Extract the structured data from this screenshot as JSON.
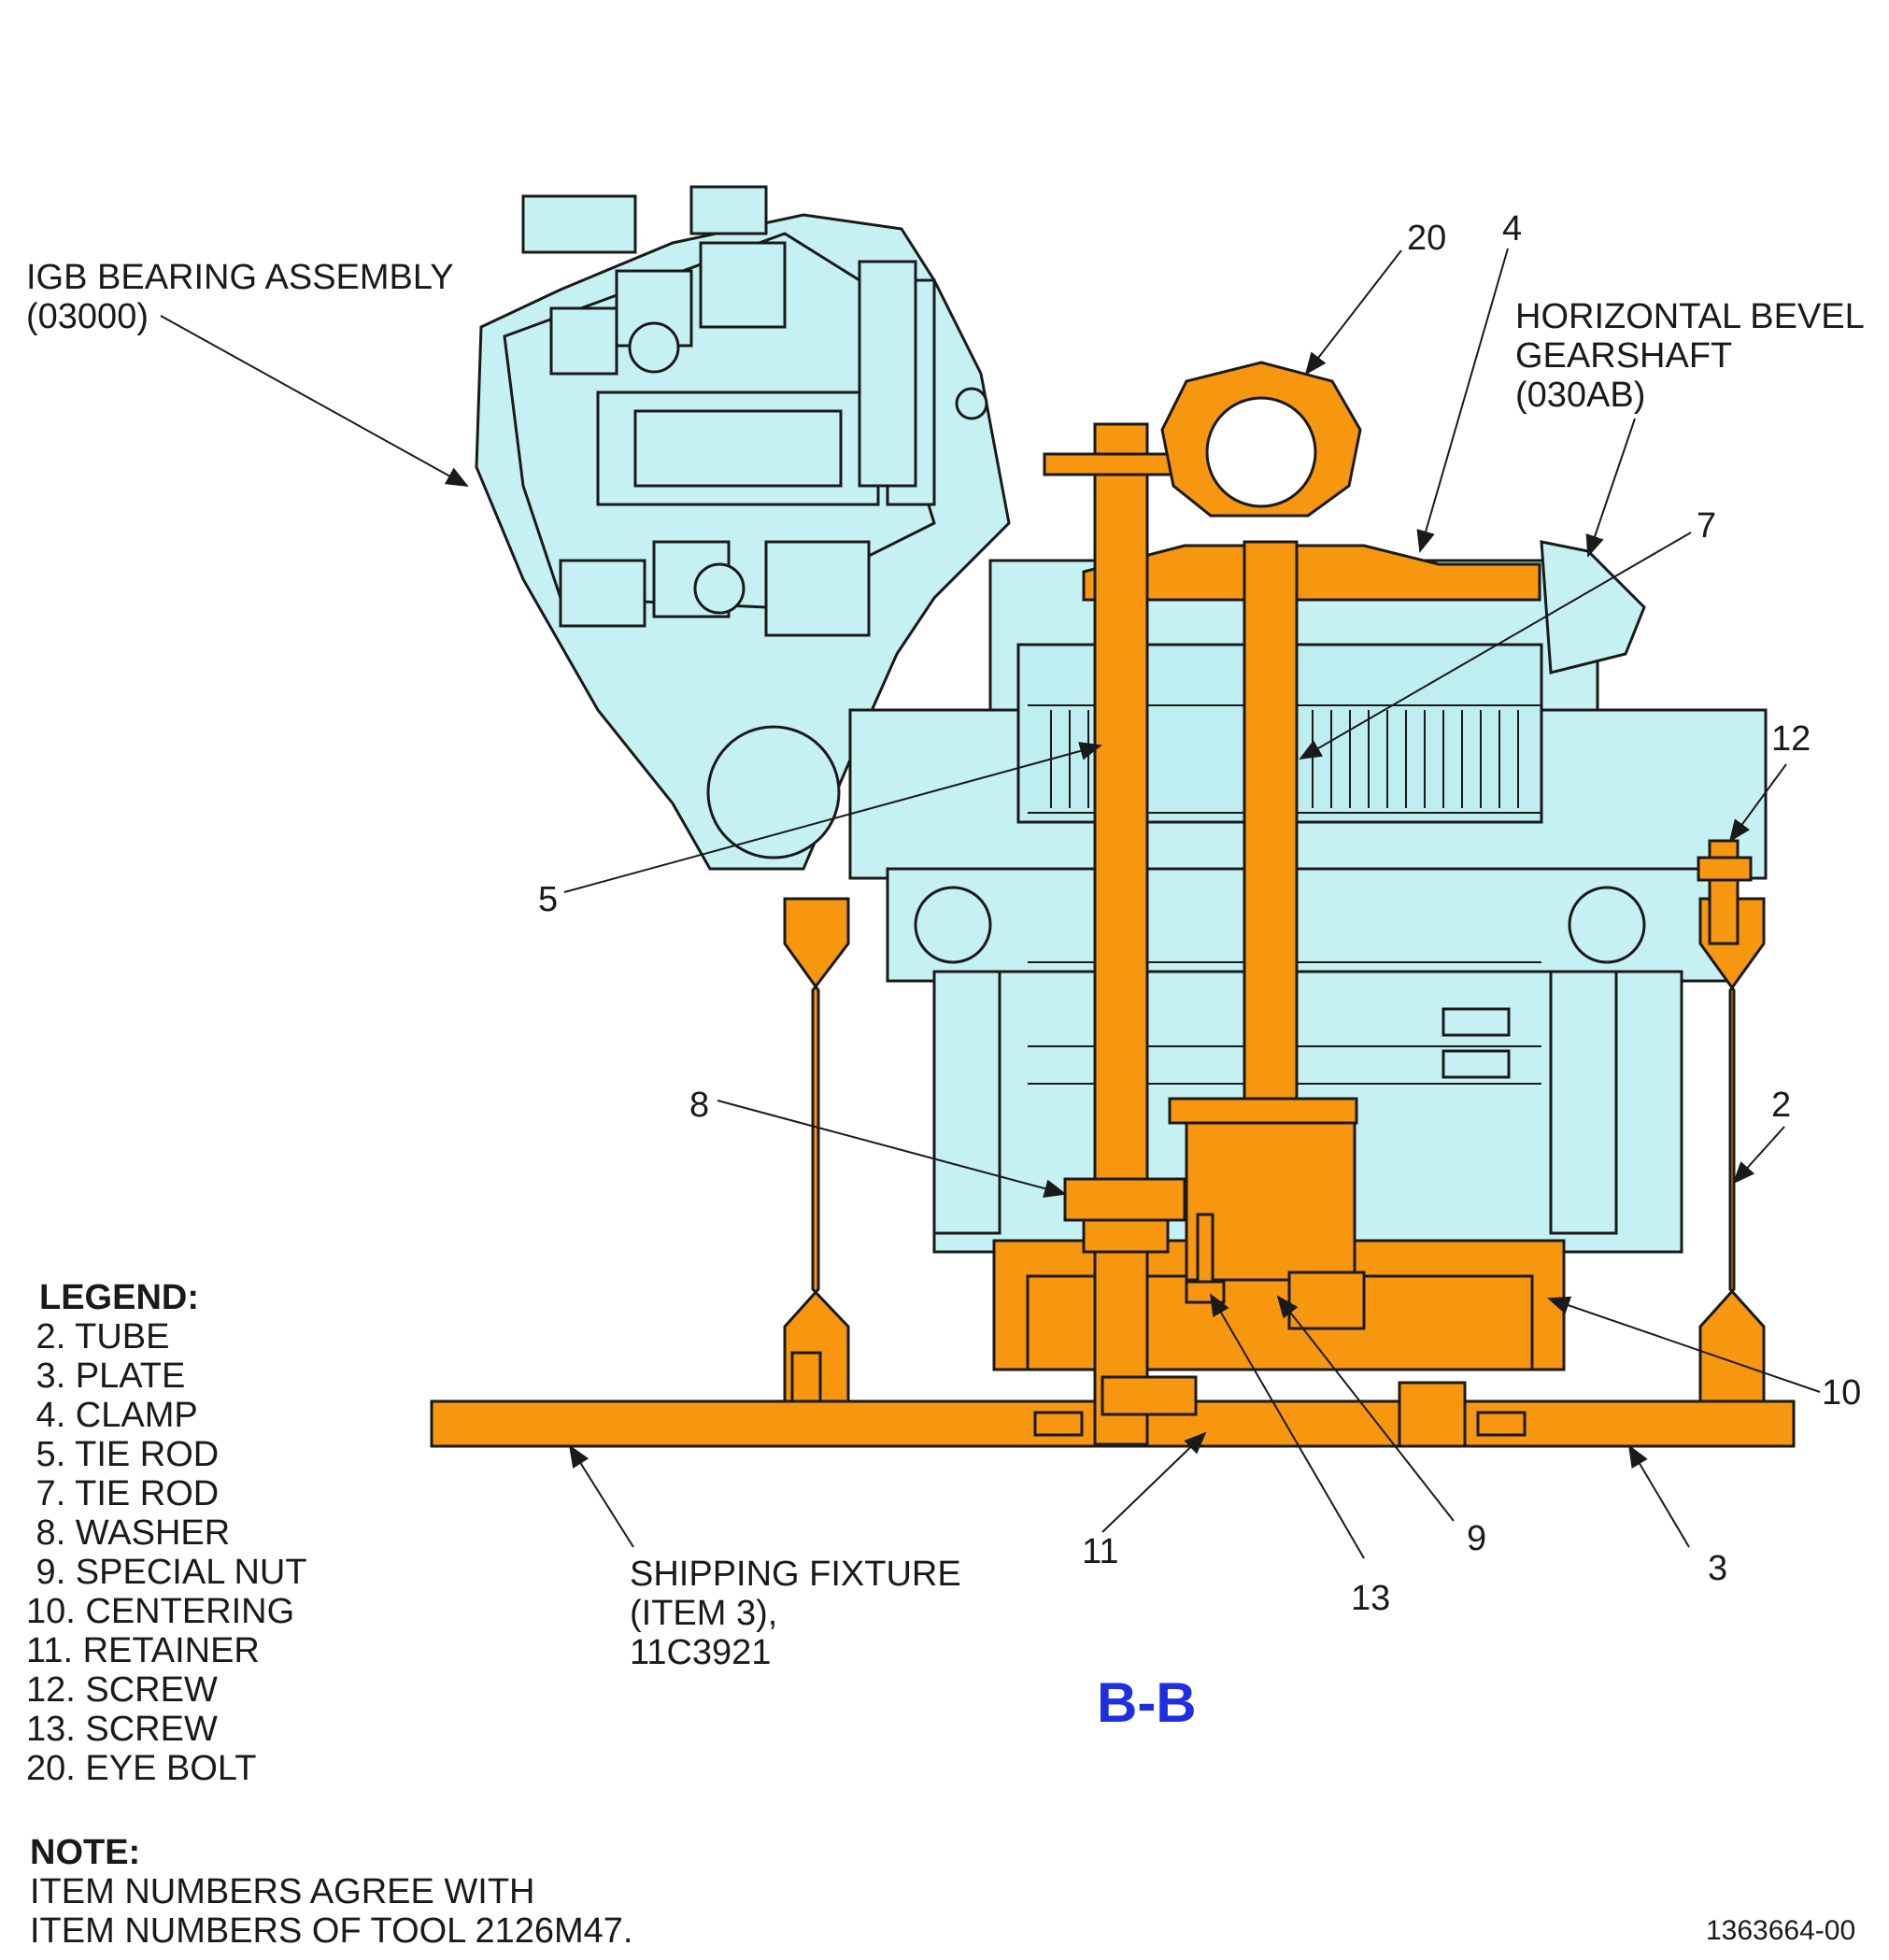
{
  "labels": {
    "igb_line1": "IGB BEARING ASSEMBLY",
    "igb_line2": "(03000)",
    "hbg_line1": "HORIZONTAL BEVEL",
    "hbg_line2": "GEARSHAFT",
    "hbg_line3": "(030AB)",
    "fixture_line1": "SHIPPING FIXTURE",
    "fixture_line2": "(ITEM 3),",
    "fixture_line3": "11C3921"
  },
  "callouts": [
    "20",
    "4",
    "7",
    "12",
    "5",
    "8",
    "2",
    "10",
    "11",
    "9",
    "13",
    "3"
  ],
  "legend": {
    "title": "LEGEND:",
    "items": [
      " 2. TUBE",
      " 3. PLATE",
      " 4. CLAMP",
      " 5. TIE ROD",
      " 7. TIE ROD",
      " 8. WASHER",
      " 9. SPECIAL NUT",
      "10. CENTERING",
      "11. RETAINER",
      "12. SCREW",
      "13. SCREW",
      "20. EYE BOLT"
    ]
  },
  "note": {
    "title": "NOTE:",
    "line1": "ITEM NUMBERS AGREE WITH",
    "line2": "ITEM NUMBERS OF TOOL 2126M47."
  },
  "section_label": "B-B",
  "document_id": "1363664-00",
  "colors": {
    "tool_orange": "#f7960f",
    "assembly_cyan": "#c6f1f3",
    "outline": "#1a1a1a",
    "section_blue": "#1f2fe0"
  }
}
